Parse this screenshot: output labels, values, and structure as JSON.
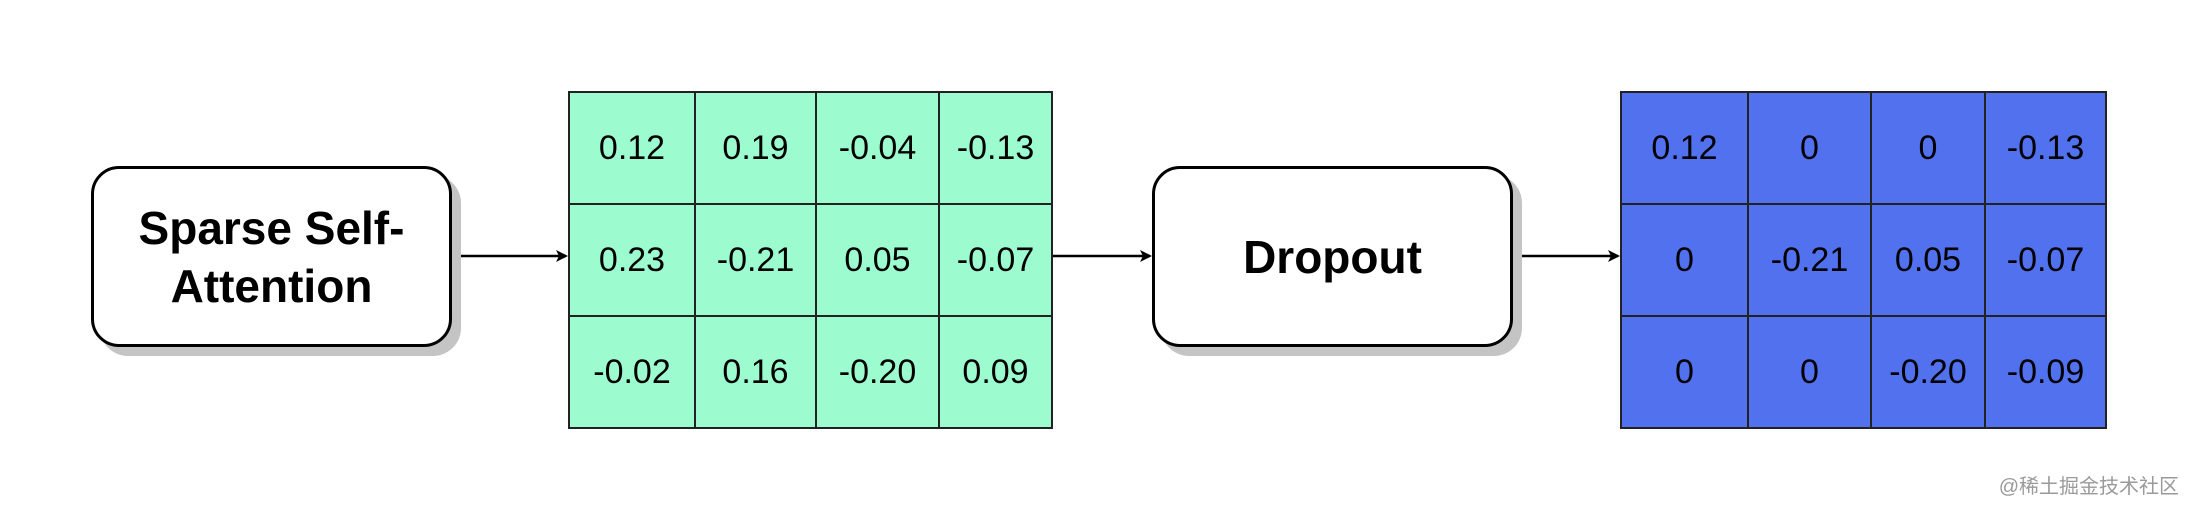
{
  "nodes": {
    "attention": {
      "line1": "Sparse Self-",
      "line2": "Attention"
    },
    "dropout": {
      "label": "Dropout"
    }
  },
  "matrix_before": {
    "rows": [
      [
        "0.12",
        "0.19",
        "-0.04",
        "-0.13"
      ],
      [
        "0.23",
        "-0.21",
        "0.05",
        "-0.07"
      ],
      [
        "-0.02",
        "0.16",
        "-0.20",
        "0.09"
      ]
    ],
    "color": "#9cfcd0"
  },
  "matrix_after": {
    "rows": [
      [
        "0.12",
        "0",
        "0",
        "-0.13"
      ],
      [
        "0",
        "-0.21",
        "0.05",
        "-0.07"
      ],
      [
        "0",
        "0",
        "-0.20",
        "-0.09"
      ]
    ],
    "color": "#5171ef"
  },
  "watermark": "@稀土掘金技术社区"
}
